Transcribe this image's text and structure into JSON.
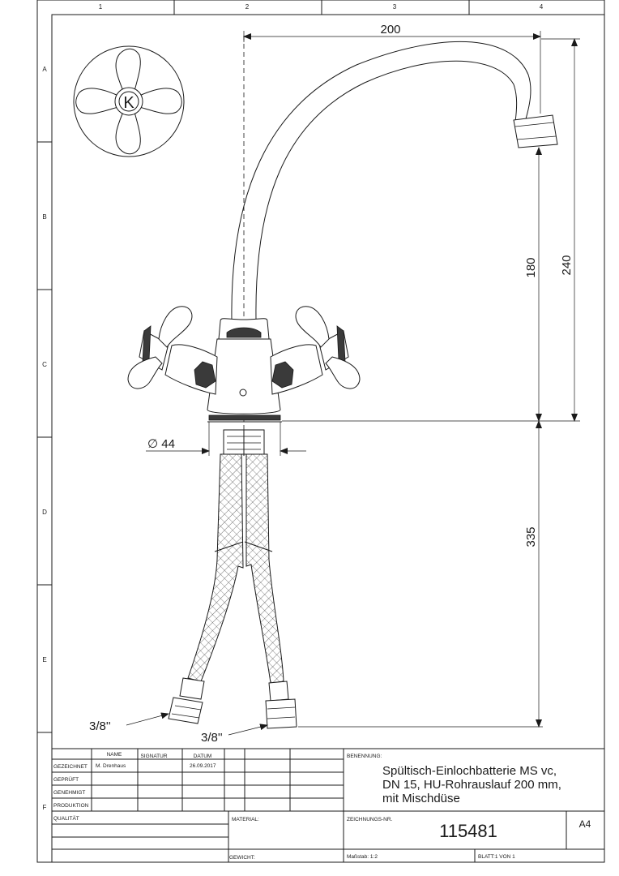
{
  "zones": {
    "columns": [
      "1",
      "2",
      "3",
      "4"
    ],
    "rows": [
      "A",
      "B",
      "C",
      "D",
      "E",
      "F"
    ]
  },
  "handle_symbol": "K",
  "dimensions": {
    "spout_reach": "200",
    "spout_height": "180",
    "total_height": "240",
    "hose_length": "335",
    "base_diameter": "∅ 44",
    "thread_left": "3/8''",
    "thread_right": "3/8''"
  },
  "title_block": {
    "headers": {
      "name": "NAME",
      "signatur": "SIGNATUR",
      "datum": "DATUM"
    },
    "rows": [
      {
        "label": "GEZEICHNET",
        "name": "M. Drenhaus",
        "date": "26.09.2017"
      },
      {
        "label": "GEPRÜFT",
        "name": "",
        "date": ""
      },
      {
        "label": "GENEHMIGT",
        "name": "",
        "date": ""
      },
      {
        "label": "PRODUKTION",
        "name": "",
        "date": ""
      },
      {
        "label": "QUALITÄT",
        "name": "",
        "date": ""
      }
    ],
    "benennung_label": "BENENNUNG:",
    "title_lines": [
      "Spültisch-Einlochbatterie MS vc,",
      "DN 15, HU-Rohrauslauf 200 mm,",
      "mit Mischdüse"
    ],
    "material_label": "MATERIAL:",
    "gewicht_label": "GEWICHT:",
    "zeichnungsnr_label": "ZEICHNUNGS-NR.",
    "drawing_number": "115481",
    "format": "A4",
    "scale": "Maßstab: 1:2",
    "sheet": "BLATT:1 VON 1"
  }
}
